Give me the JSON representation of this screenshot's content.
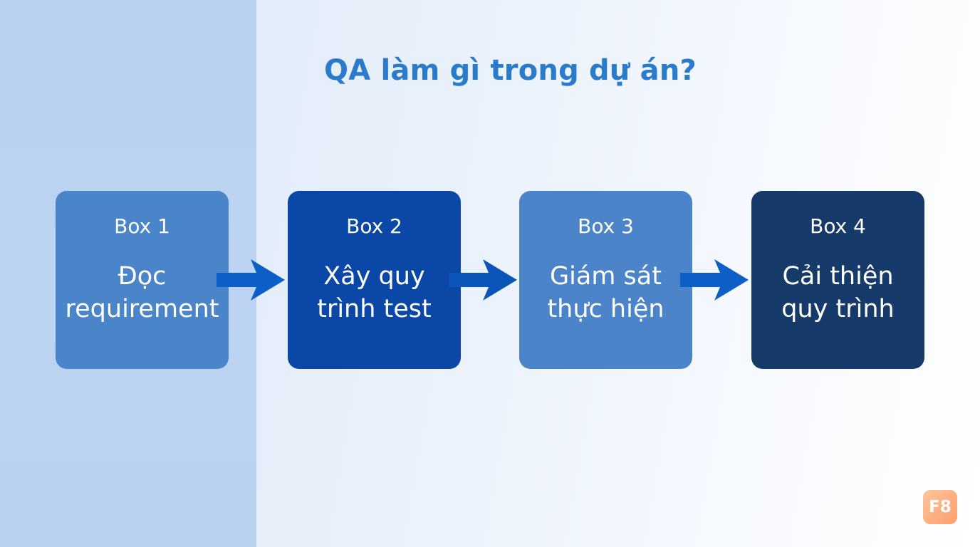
{
  "title": "QA làm gì trong dự án?",
  "boxes": [
    {
      "label": "Box 1",
      "text": "Đọc requirement",
      "color": "#4a84c9"
    },
    {
      "label": "Box 2",
      "text": "Xây quy trình test",
      "color": "#0a47a6"
    },
    {
      "label": "Box 3",
      "text": "Giám sát thực hiện",
      "color": "#4b84c9"
    },
    {
      "label": "Box 4",
      "text": "Cải thiện quy trình",
      "color": "#163a69"
    }
  ],
  "arrows": [
    {
      "icon": "arrow-right-icon"
    },
    {
      "icon": "arrow-right-icon"
    },
    {
      "icon": "arrow-right-icon"
    }
  ],
  "logo": {
    "text": "F8"
  },
  "colors": {
    "title": "#2a7bcb",
    "arrow": "#0d5fc7",
    "panel": "#b9d2f0",
    "logo": "#ffb083"
  }
}
